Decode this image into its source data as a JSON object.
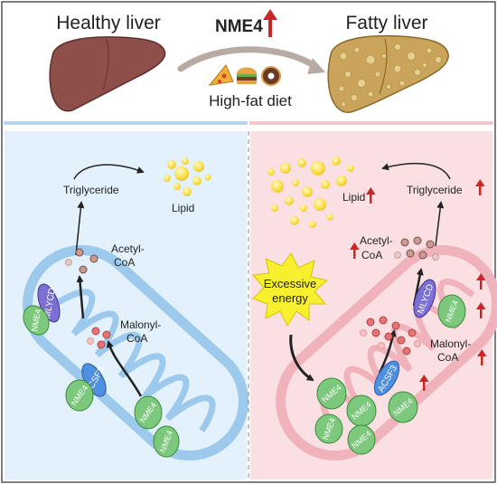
{
  "top": {
    "healthy_title": "Healthy liver",
    "fatty_title": "Fatty liver",
    "gene": "NME4",
    "diet": "High-fat diet",
    "colors": {
      "up_arrow": "#c62828",
      "healthy_liver": "#8e4e4a",
      "fatty_liver": "#c9a45a"
    }
  },
  "left_panel": {
    "triglyceride": "Triglyceride",
    "lipid": "Lipid",
    "acetyl_coa": [
      "Acetyl-",
      "CoA"
    ],
    "malonyl_coa": [
      "Malonyl-",
      "CoA"
    ],
    "mlycd": "MLYCD",
    "acsf3": "ACSF3",
    "nme4": "NME4",
    "colors": {
      "background": "#e3f1fc",
      "mitochondrion": "#9cc9ec"
    }
  },
  "right_panel": {
    "triglyceride": "Triglyceride",
    "lipid": "Lipid",
    "acetyl_coa": [
      "Acetyl-",
      "CoA"
    ],
    "malonyl_coa": [
      "Malonyl-",
      "CoA"
    ],
    "excessive_energy": [
      "Excessive",
      "energy"
    ],
    "mlycd": "MLYCD",
    "acsf3": "ACSF3",
    "nme4": "NME4",
    "colors": {
      "background": "#fbe0e3",
      "mitochondrion": "#f1b3bb",
      "burst": "#f8f02e"
    }
  },
  "colors": {
    "nme4_fill": "#7cc87c",
    "mlycd_fill": "#7b6fd1",
    "acsf3_fill": "#4f8fe0"
  }
}
